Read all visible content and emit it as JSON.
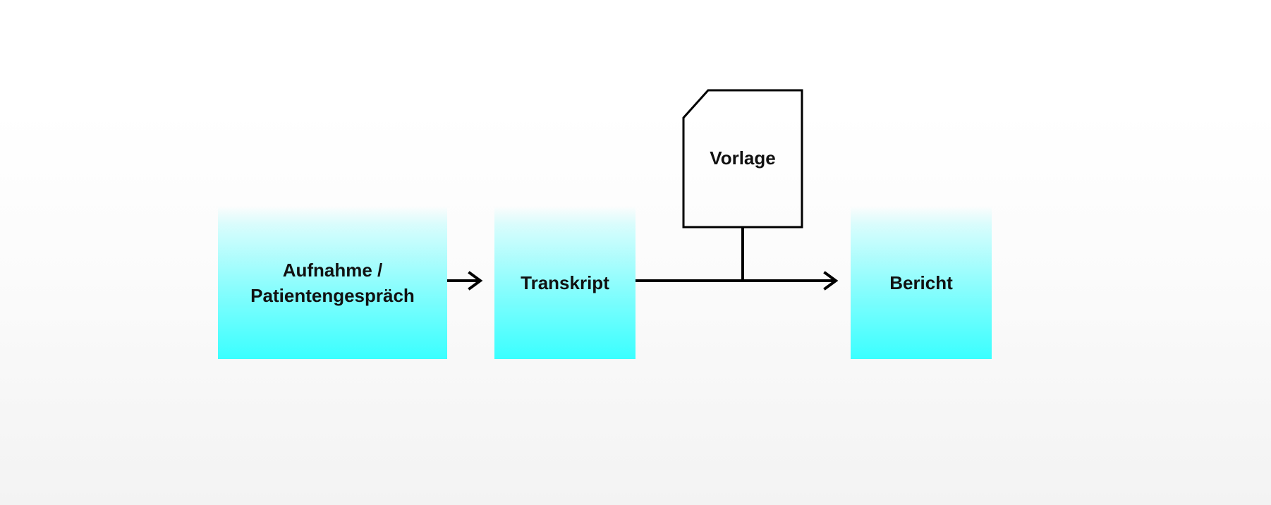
{
  "colors": {
    "box_fill": "#3affff",
    "stroke": "#000000",
    "text": "#111111"
  },
  "nodes": {
    "aufnahme": {
      "line1": "Aufnahme /",
      "line2": "Patientengespräch"
    },
    "transkript": {
      "label": "Transkript"
    },
    "vorlage": {
      "label": "Vorlage"
    },
    "bericht": {
      "label": "Bericht"
    }
  }
}
